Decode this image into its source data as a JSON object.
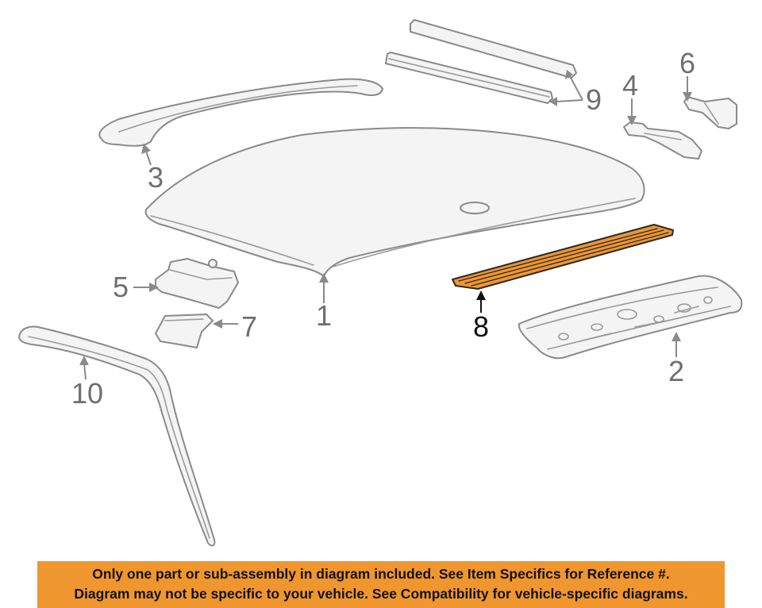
{
  "parts": [
    {
      "callout": "1",
      "highlighted": false
    },
    {
      "callout": "2",
      "highlighted": false
    },
    {
      "callout": "3",
      "highlighted": false
    },
    {
      "callout": "4",
      "highlighted": false
    },
    {
      "callout": "5",
      "highlighted": false
    },
    {
      "callout": "6",
      "highlighted": false
    },
    {
      "callout": "7",
      "highlighted": false
    },
    {
      "callout": "8",
      "highlighted": true
    },
    {
      "callout": "9",
      "highlighted": false
    },
    {
      "callout": "10",
      "highlighted": false
    }
  ],
  "colors": {
    "highlight_fill": "#f0962f",
    "part_outline": "#8a8a8a",
    "banner_background": "#f0962f"
  },
  "disclaimer": {
    "line1": "Only one part or sub-assembly in diagram included. See Item Specifics for Reference #.",
    "line2": "Diagram may not be specific to your vehicle. See Compatibility for vehicle-specific diagrams."
  }
}
